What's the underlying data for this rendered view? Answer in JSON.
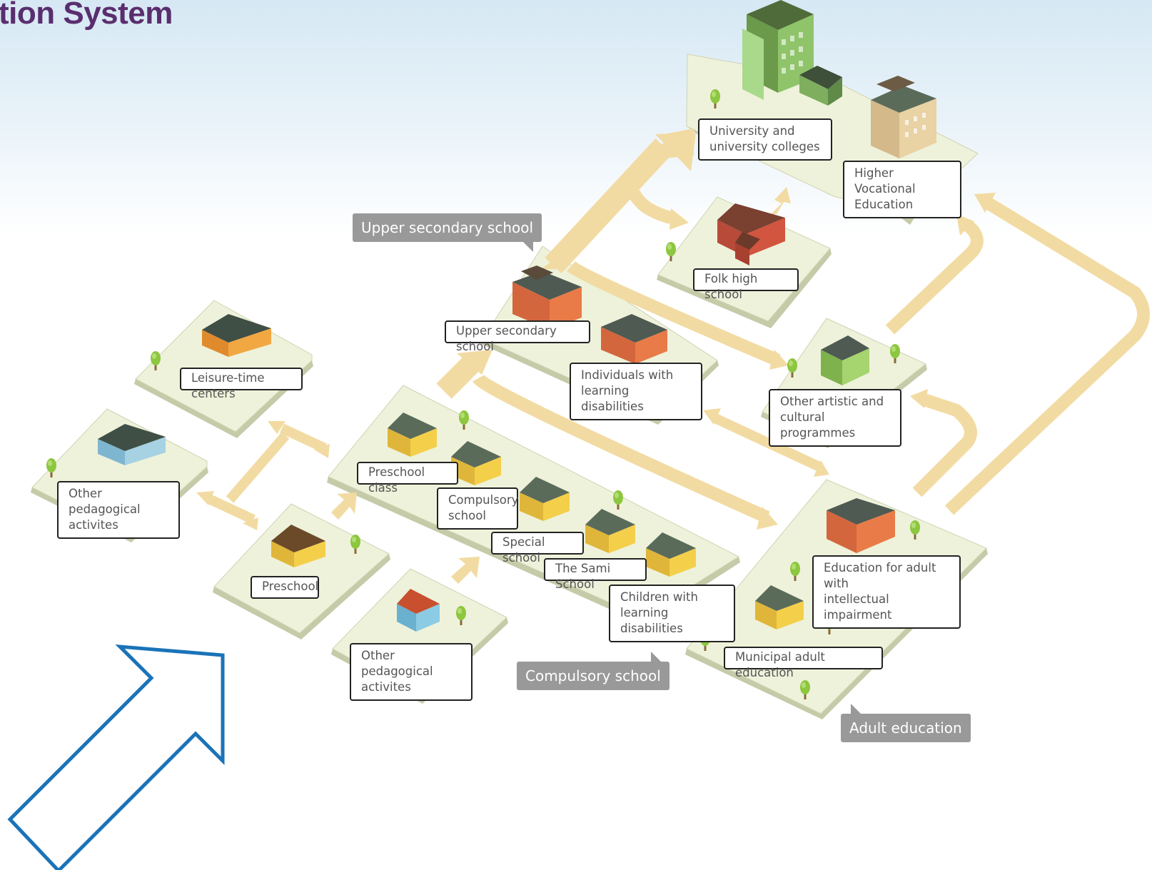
{
  "title": "tion System",
  "labels": {
    "university": "University and\nuniversity colleges",
    "higher_vocational": "Higher Vocational\nEducation",
    "folk_high": "Folk high school",
    "upper_secondary": "Upper secondary school",
    "individuals_ld": "Individuals with\nlearning disabilities",
    "other_artistic": "Other artistic and\ncultural programmes",
    "leisure": "Leisure-time centers",
    "other_ped_left": "Other pedagogical\nactivites",
    "preschool_class": "Preschool class",
    "compulsory": "Compulsory\nschool",
    "special": "Special school",
    "sami": "The Sami School",
    "children_ld": "Children with\nlearning disabilities",
    "preschool": "Preschool",
    "other_ped_bottom": "Other pedagogical\nactivites",
    "adult_intellectual": "Education for adult with\nintellectual impairment",
    "municipal_adult": "Municipal adult education"
  },
  "sections": {
    "upper_secondary": "Upper secondary school",
    "compulsory": "Compulsory school",
    "adult": "Adult education"
  },
  "colors": {
    "title": "#5a2e6e",
    "platform": "#eef2da",
    "platform_shadow": "#c5caa8",
    "path": "#f2dba2",
    "section_badge": "#999999",
    "start_arrow": "#1a73b8"
  }
}
